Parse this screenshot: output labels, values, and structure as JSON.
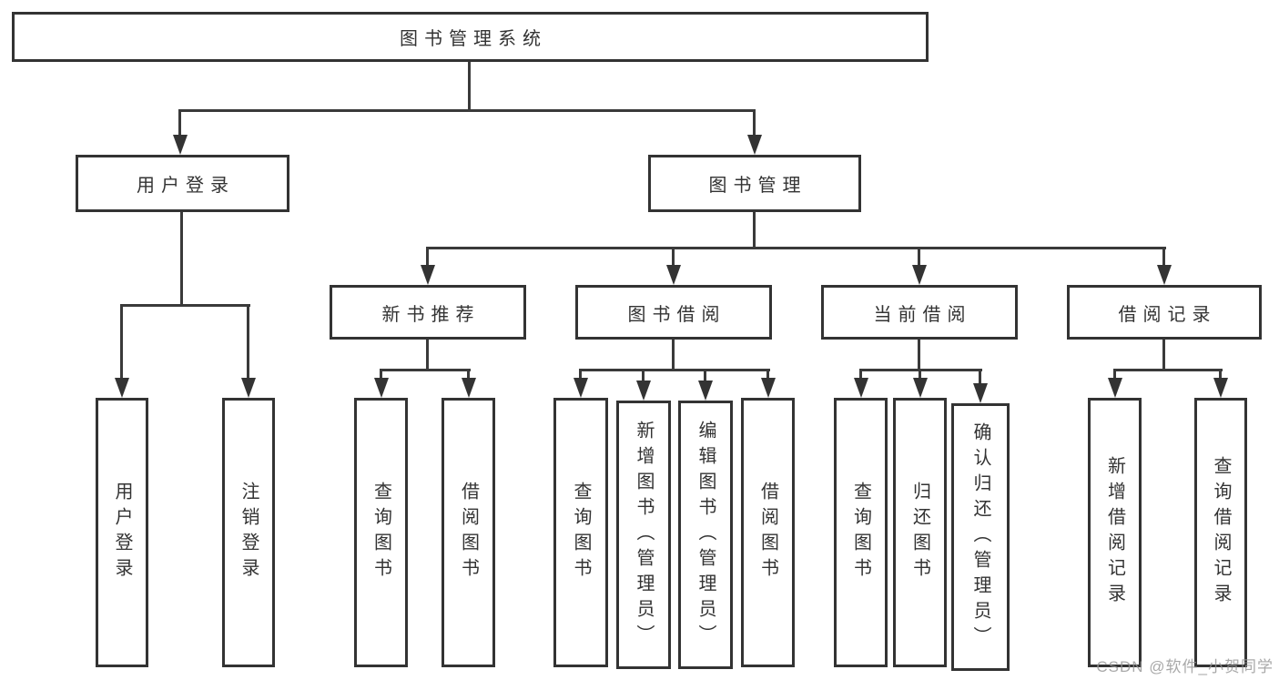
{
  "root_label": "图书管理系统",
  "level2": {
    "user_login": "用户登录",
    "book_mgmt": "图书管理"
  },
  "level3": {
    "new_book_rec": "新书推荐",
    "book_borrow": "图书借阅",
    "current_borrow": "当前借阅",
    "borrow_record": "借阅记录"
  },
  "leaves": {
    "login": "用户登录",
    "logout": "注销登录",
    "rec_query_book": "查询图书",
    "rec_borrow_book": "借阅图书",
    "borrow_query_book": "查询图书",
    "borrow_add_book": "新增图书（管理员）",
    "borrow_edit_book": "编辑图书（管理员）",
    "borrow_borrow_book": "借阅图书",
    "current_query_book": "查询图书",
    "current_return_book": "归还图书",
    "current_confirm_return": "确认归还（管理员）",
    "record_add": "新增借阅记录",
    "record_query": "查询借阅记录"
  },
  "watermark": "CSDN @软件_小贺同学",
  "colors": {
    "line": "#3a3a3a",
    "box_border": "#333333",
    "text": "#333333",
    "background": "#ffffff",
    "watermark": "#949494"
  }
}
